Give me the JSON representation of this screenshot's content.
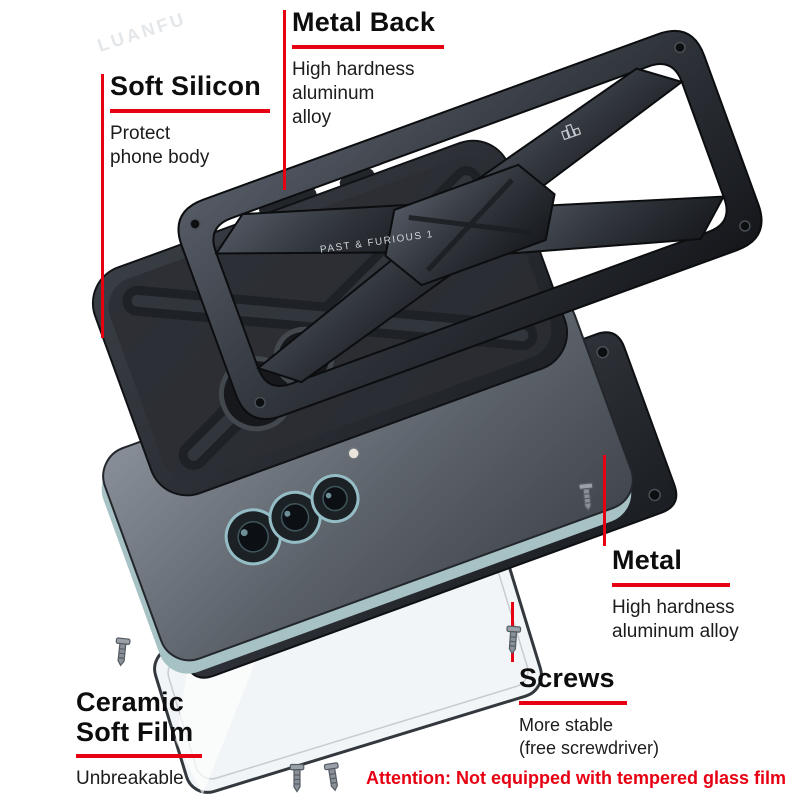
{
  "colors": {
    "background": "#ffffff",
    "accent_red": "#e60012",
    "title_text": "#0d0d0d",
    "body_text": "#1c1c1c",
    "metal_dark": "#26292e",
    "lens_ring": "#95bdc6"
  },
  "callouts": {
    "metal_back": {
      "title": "Metal Back",
      "desc": "High hardness\naluminum\nalloy"
    },
    "soft_silicon": {
      "title": "Soft Silicon",
      "desc": "Protect\nphone body"
    },
    "metal": {
      "title": "Metal",
      "desc": "High hardness\naluminum alloy"
    },
    "screws": {
      "title": "Screws",
      "desc": "More stable\n(free screwdriver)"
    },
    "ceramic_film": {
      "title": "Ceramic\nSoft Film",
      "desc": "Unbreakable"
    }
  },
  "attention_note": "Attention: Not equipped with tempered glass film",
  "watermark": "LUANFU",
  "engraving": "PAST & FURIOUS 1"
}
